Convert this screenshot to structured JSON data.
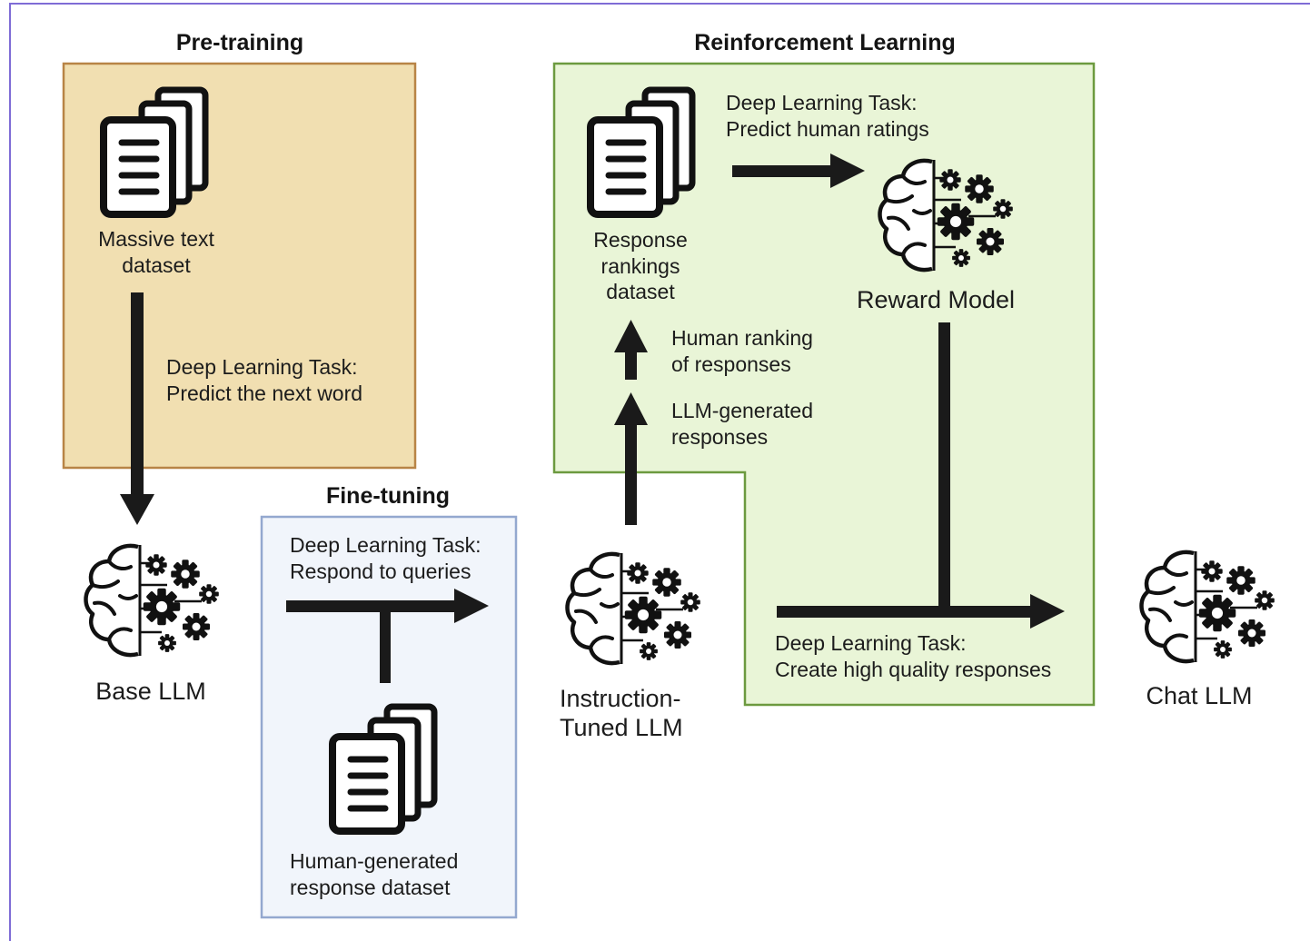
{
  "colors": {
    "frame_border": "#7f6cd6",
    "pretraining_fill": "#f1dfb1",
    "pretraining_border": "#b88446",
    "finetuning_fill": "#f1f5fb",
    "finetuning_border": "#94a8cf",
    "rl_fill": "#e9f5d7",
    "rl_border": "#6c9a3f",
    "ink": "#1a1a1a"
  },
  "sections": {
    "pretraining": {
      "title": "Pre-training",
      "dataset_label": "Massive text\ndataset",
      "task_label": "Deep Learning Task:\nPredict the next word"
    },
    "finetuning": {
      "title": "Fine-tuning",
      "task_label": "Deep Learning Task:\nRespond to queries",
      "dataset_label": "Human-generated\nresponse dataset"
    },
    "reinforcement": {
      "title": "Reinforcement Learning",
      "dataset_label": "Response\nrankings\ndataset",
      "reward_task_label": "Deep Learning Task:\nPredict human ratings",
      "reward_model_label": "Reward Model",
      "ranking_label": "Human ranking\nof responses",
      "generated_label": "LLM-generated\nresponses",
      "final_task_label": "Deep Learning Task:\nCreate high quality responses"
    }
  },
  "models": {
    "base": "Base LLM",
    "instruction_tuned": "Instruction-\nTuned LLM",
    "chat": "Chat LLM"
  },
  "icons": {
    "document_stack": "document-stack-icon",
    "brain_gears": "brain-gears-icon"
  }
}
